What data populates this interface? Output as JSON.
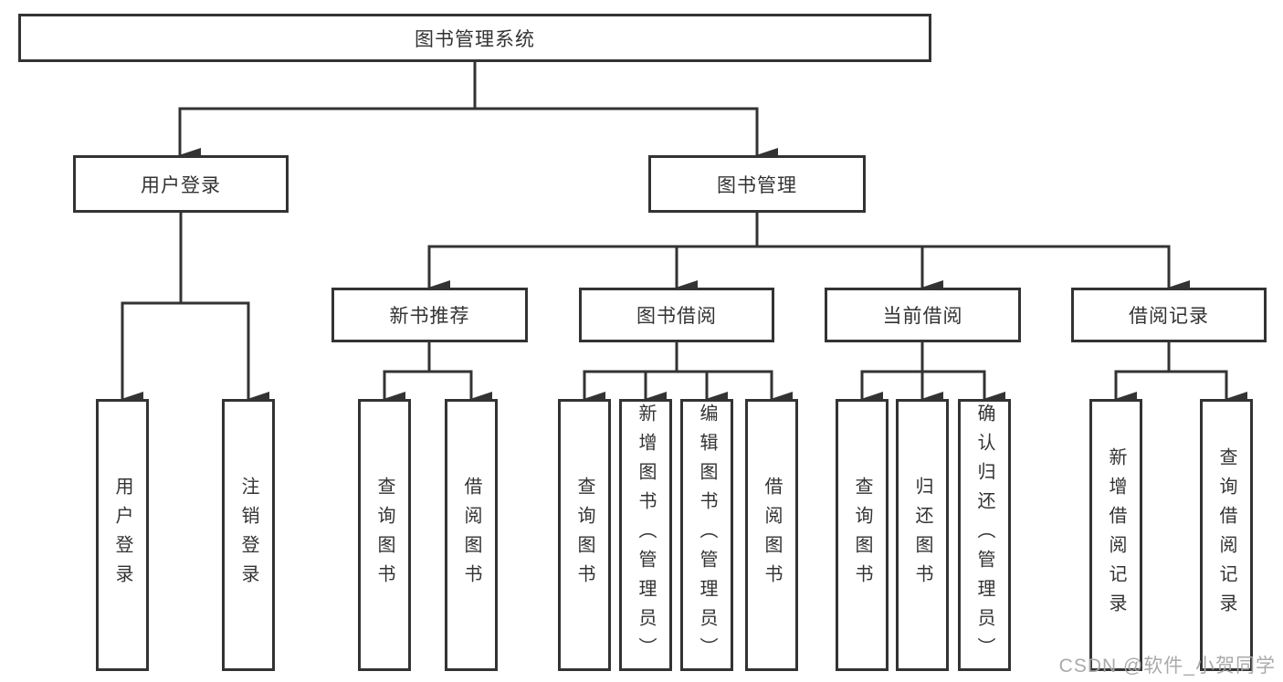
{
  "diagram": {
    "root": {
      "label": "图书管理系统"
    },
    "level2": [
      {
        "label": "用户登录"
      },
      {
        "label": "图书管理"
      }
    ],
    "level3": [
      {
        "label": "新书推荐",
        "parent": "图书管理"
      },
      {
        "label": "图书借阅",
        "parent": "图书管理"
      },
      {
        "label": "当前借阅",
        "parent": "图书管理"
      },
      {
        "label": "借阅记录",
        "parent": "图书管理"
      }
    ],
    "leaves": [
      {
        "label": "用户登录",
        "parent": "用户登录"
      },
      {
        "label": "注销登录",
        "parent": "用户登录"
      },
      {
        "label": "查询图书",
        "parent": "新书推荐"
      },
      {
        "label": "借阅图书",
        "parent": "新书推荐"
      },
      {
        "label": "查询图书",
        "parent": "图书借阅"
      },
      {
        "label": "新增图书（管理员）",
        "parent": "图书借阅"
      },
      {
        "label": "编辑图书（管理员）",
        "parent": "图书借阅"
      },
      {
        "label": "借阅图书",
        "parent": "图书借阅"
      },
      {
        "label": "查询图书",
        "parent": "当前借阅"
      },
      {
        "label": "归还图书",
        "parent": "当前借阅"
      },
      {
        "label": "确认归还（管理员）",
        "parent": "当前借阅"
      },
      {
        "label": "新增借阅记录",
        "parent": "借阅记录"
      },
      {
        "label": "查询借阅记录",
        "parent": "借阅记录"
      }
    ]
  },
  "watermark": {
    "text": "CSDN @软件_小贺同学"
  },
  "colors": {
    "line": "#333333",
    "box_border": "#333333",
    "text": "#333333",
    "background": "#ffffff",
    "watermark": "#a5a5a5"
  }
}
